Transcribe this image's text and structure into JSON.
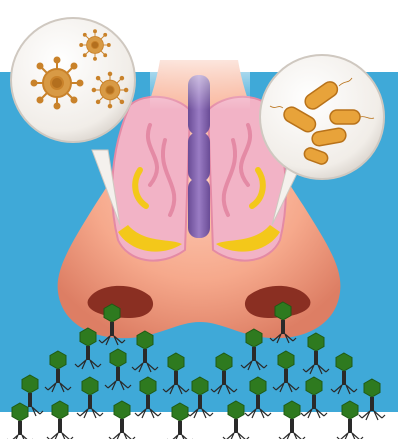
{
  "illustration": {
    "subject": "nose-sinus-microbes",
    "colors": {
      "background_top": "#ffffff",
      "background_band": "#3fa9d8",
      "skin": "#f6a98c",
      "skin_shadow": "#e07d62",
      "sinus_tissue": "#f4b8c9",
      "mucus": "#f3c81a",
      "septum": "#7d5ba6",
      "virus": "#c9822a",
      "bacteria": "#e8a33a",
      "phage": "#2e7a1f",
      "bubble": "#f4f1ed"
    },
    "icons": {
      "left_bubble": "virus-icon",
      "right_bubble": "bacteria-icon",
      "bottom_swarm": "bacteriophage-icon"
    },
    "counts": {
      "viruses": 3,
      "bacteria": 5,
      "bacteriophages": 26
    }
  }
}
